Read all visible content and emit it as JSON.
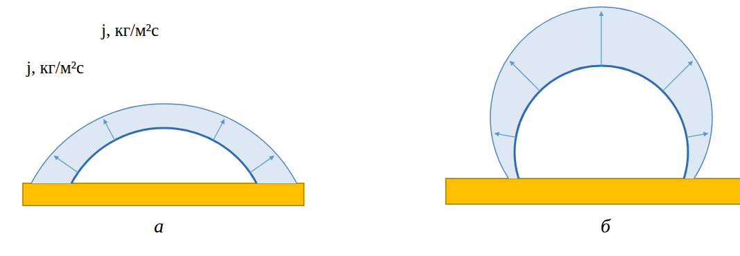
{
  "diagram": {
    "labels": [
      "j, кг/м²с",
      "j, кг/м²с",
      "а",
      "б"
    ]
  }
}
